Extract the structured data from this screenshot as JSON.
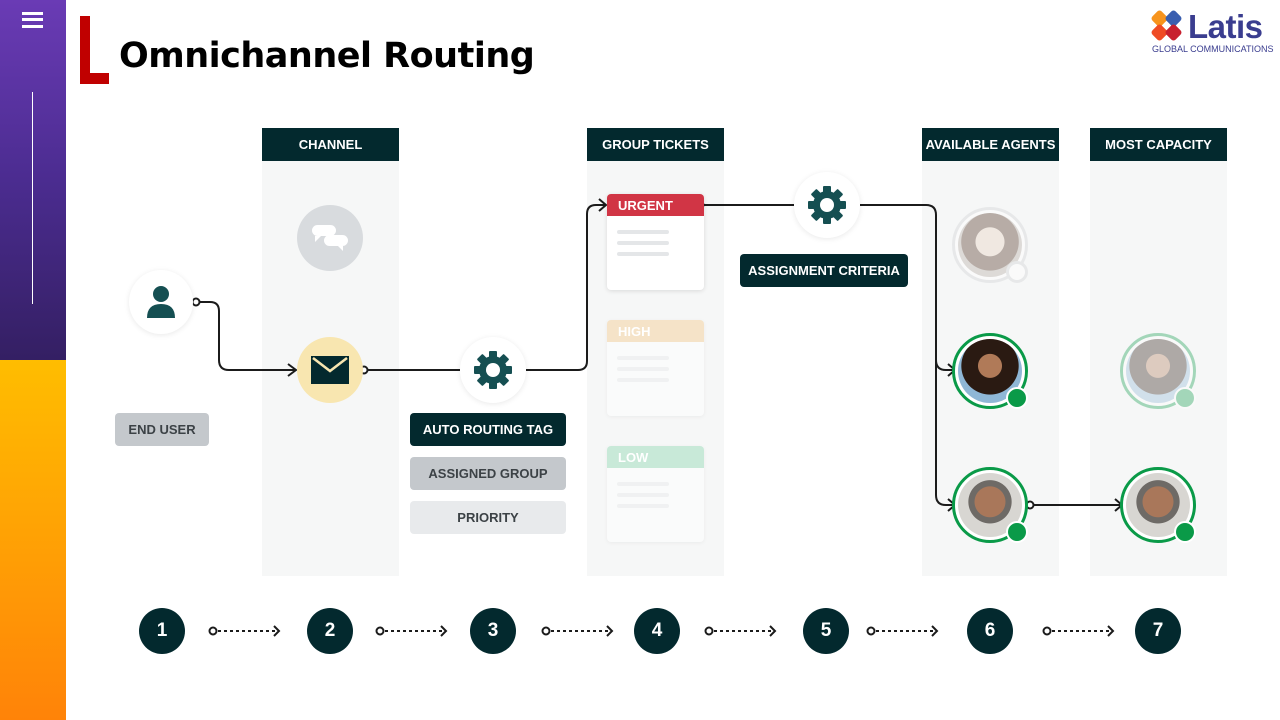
{
  "sidebar": {
    "menu_icon": "hamburger-menu-icon"
  },
  "header": {
    "title": "Omnichannel Routing"
  },
  "logo": {
    "name": "Latis",
    "tagline": "GLOBAL COMMUNICATIONS"
  },
  "columns": [
    {
      "label": "CHANNEL"
    },
    {
      "label": "GROUP TICKETS"
    },
    {
      "label": "AVAILABLE AGENTS"
    },
    {
      "label": "MOST CAPACITY"
    }
  ],
  "end_user": {
    "label": "END USER",
    "icon": "user-icon"
  },
  "channel": {
    "inactive_icon": "chat-bubbles-icon",
    "active_icon": "envelope-icon"
  },
  "routing": {
    "icon": "gear-icon",
    "tags": [
      "AUTO ROUTING TAG",
      "ASSIGNED GROUP",
      "PRIORITY"
    ]
  },
  "tickets": [
    {
      "label": "URGENT",
      "color": "#d13545",
      "active": true
    },
    {
      "label": "HIGH",
      "color": "#f5e3c8",
      "active": false
    },
    {
      "label": "LOW",
      "color": "#c8e9d8",
      "active": false
    }
  ],
  "assignment": {
    "icon": "gear-icon",
    "label": "ASSIGNMENT CRITERIA"
  },
  "agents": {
    "available": [
      {
        "name": "agent-woman-glasses",
        "status": "offline"
      },
      {
        "name": "agent-woman-curly-hair",
        "status": "online"
      },
      {
        "name": "agent-man-glasses",
        "status": "online"
      }
    ],
    "most_capacity": [
      {
        "name": "agent-woman-curly-hair",
        "status": "online",
        "faded": true
      },
      {
        "name": "agent-man-glasses",
        "status": "online",
        "faded": false
      }
    ]
  },
  "colors": {
    "dark_teal": "#03292e",
    "online_green": "#0a9a48",
    "title_red": "#c00000",
    "email_bg": "#f8e6b0"
  },
  "steps": [
    "1",
    "2",
    "3",
    "4",
    "5",
    "6",
    "7"
  ]
}
